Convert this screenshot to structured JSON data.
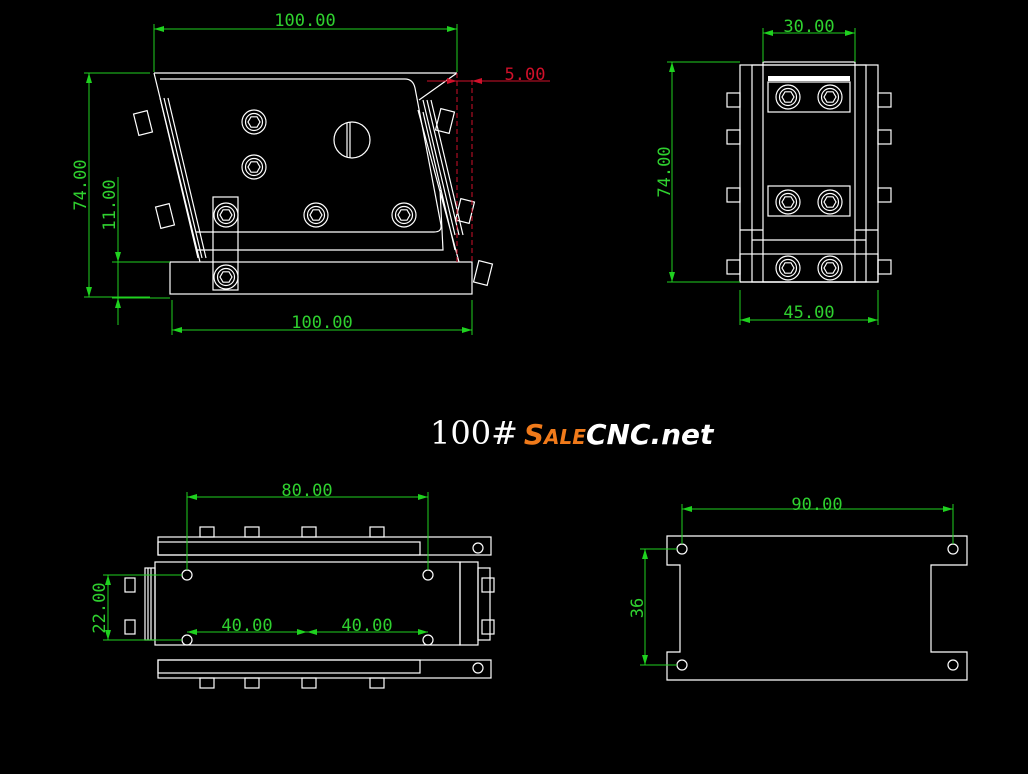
{
  "title": {
    "model": "100#",
    "brand_part1": "Sale",
    "brand_part2": "CNC.net"
  },
  "colors": {
    "background": "#000000",
    "outline": "#ffffff",
    "dimension": "#1fd11f",
    "highlight": "#d0102a",
    "brand": "#f07a1a"
  },
  "side_view": {
    "top_width": "100.00",
    "offset": "5.00",
    "height": "74.00",
    "base_height": "11.00",
    "base_width": "100.00"
  },
  "end_view": {
    "top_width": "30.00",
    "height": "74.00",
    "bottom_width": "45.00"
  },
  "top_view": {
    "hole_spacing": "80.00",
    "width": "22.00",
    "spacing_left": "40.00",
    "spacing_right": "40.00"
  },
  "plate_view": {
    "hole_spacing": "90.00",
    "hole_pitch": "36"
  }
}
